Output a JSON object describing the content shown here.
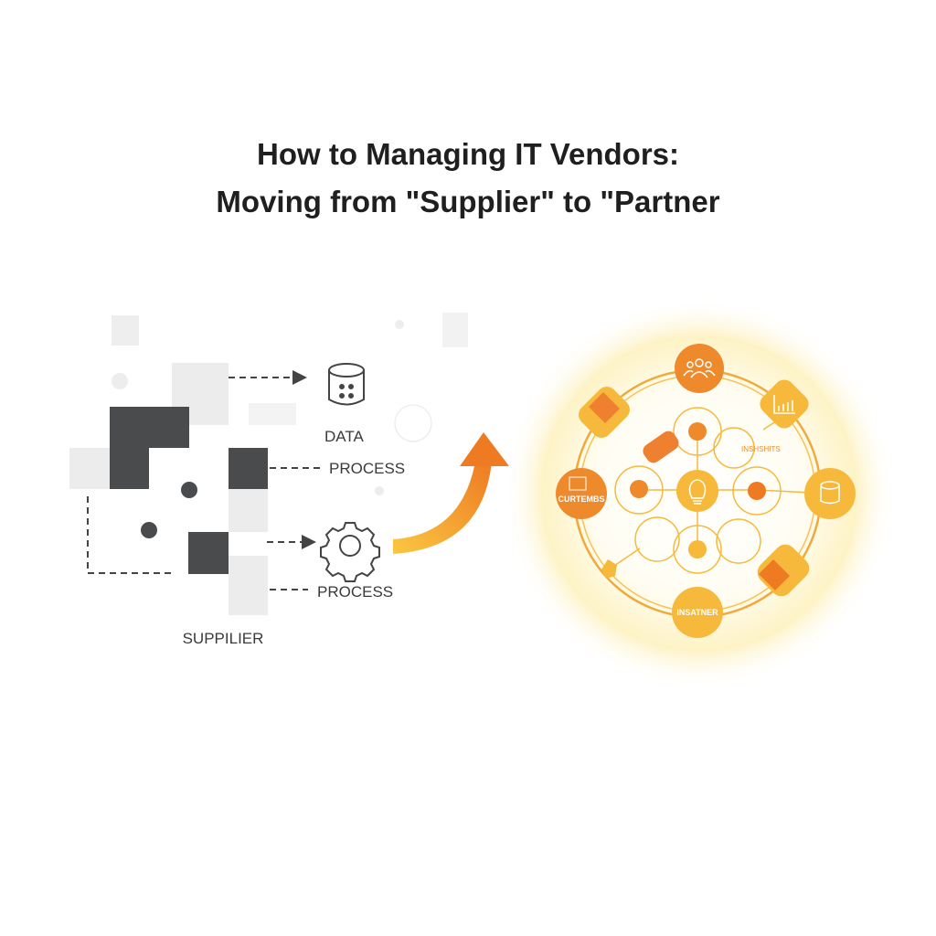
{
  "title": {
    "line1": "How to Managing IT Vendors:",
    "line2": "Moving from \"Supplier\" to \"Partner"
  },
  "supplier": {
    "label": "SUPPILIER",
    "items": [
      {
        "label": "DATA",
        "icon": "database-icon"
      },
      {
        "label": "PROCESS"
      },
      {
        "label": "PROCESS",
        "icon": "gear-icon"
      }
    ]
  },
  "partner": {
    "center_icon": "lightbulb-icon",
    "nodes": [
      {
        "label": "CURTEMBS"
      },
      {
        "label": "INSHSHITS"
      },
      {
        "label": "INSATNER"
      }
    ],
    "icons": [
      "people-icon",
      "bar-chart-icon",
      "database-icon"
    ]
  },
  "colors": {
    "dark": "#4a4b4d",
    "light": "#ececec",
    "orange": "#ef8a2c",
    "yellow": "#f6b93b"
  }
}
